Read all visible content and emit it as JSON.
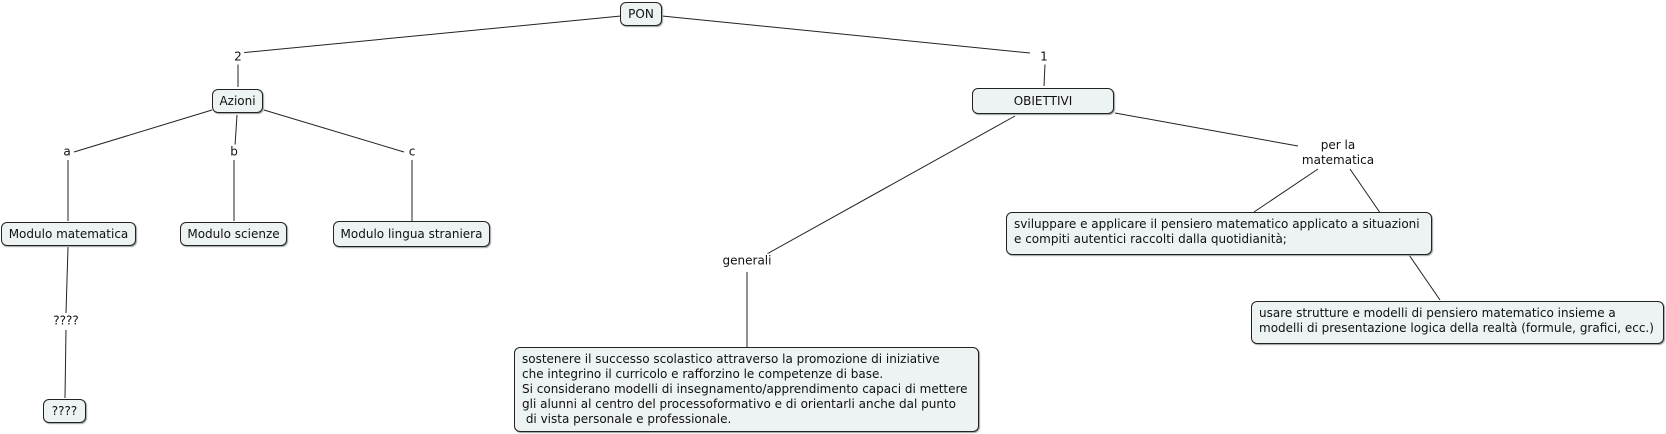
{
  "concept_map": {
    "nodes": {
      "pon": "PON",
      "azioni": "Azioni",
      "obiettivi": "OBIETTIVI",
      "modulo_matematica": "Modulo matematica",
      "modulo_scienze": "Modulo scienze",
      "modulo_lingua": "Modulo lingua straniera",
      "unknown_leaf": "????",
      "generali_box": "sostenere il successo scolastico attraverso la promozione di iniziative\nche integrino il curricolo e rafforzino le competenze di base.\nSi considerano modelli di insegnamento/apprendimento capaci di mettere\ngli alunni al centro del processoformativo e di orientarli anche dal punto\n di vista personale e professionale.",
      "matematica_box_1": "sviluppare e applicare il pensiero matematico applicato a situazioni\ne compiti autentici raccolti dalla quotidianità;",
      "matematica_box_2": "usare strutture e modelli di pensiero matematico insieme a\nmodelli di presentazione logica della realtà (formule, grafici, ecc.)"
    },
    "links": {
      "label_2": "2",
      "label_1": "1",
      "label_a": "a",
      "label_b": "b",
      "label_c": "c",
      "label_unknown": "????",
      "label_generali": "generali",
      "label_per_la_matematica": "per la\nmatematica"
    }
  }
}
